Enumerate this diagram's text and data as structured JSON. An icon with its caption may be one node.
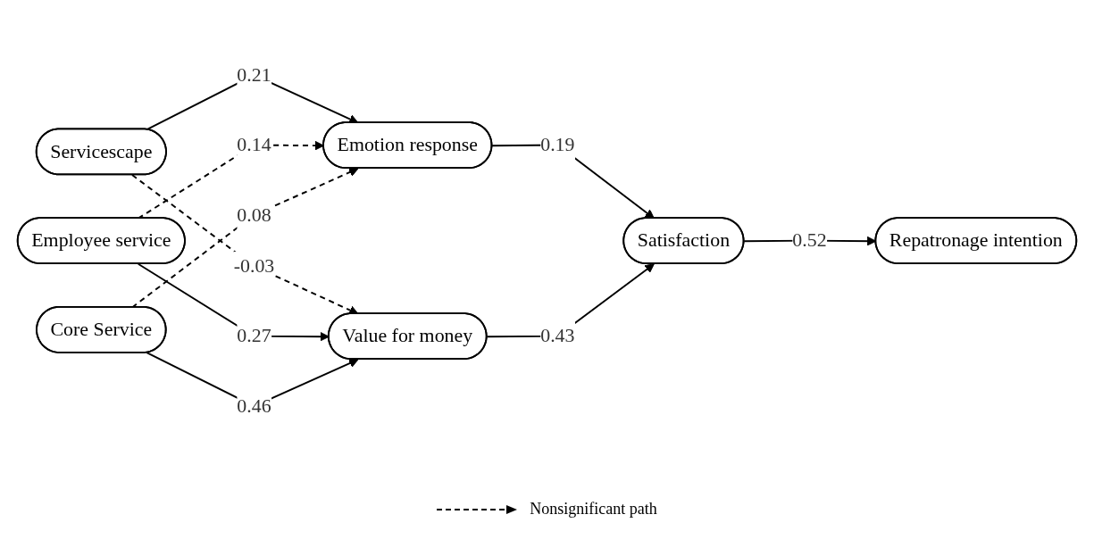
{
  "diagram": {
    "nodes": [
      {
        "text": [
          "Servicescape"
        ]
      },
      {
        "text": [
          "Emotion response"
        ]
      },
      {
        "text": [
          "Employee service"
        ]
      },
      {
        "text": [
          "Satisfaction"
        ]
      },
      {
        "text": [
          "Repatronage intention"
        ]
      },
      {
        "text": [
          "Value for money"
        ]
      },
      {
        "text": [
          "Core Service"
        ]
      }
    ],
    "edges": [
      {
        "from": 0,
        "to": 1,
        "arrow": "to",
        "label": "0.21"
      },
      {
        "from": 0,
        "to": 5,
        "arrow": "to",
        "label": "-0.03",
        "style": "dashed"
      },
      {
        "from": 2,
        "to": 1,
        "arrow": "to",
        "label": "0.14",
        "style": "dashed"
      },
      {
        "from": 2,
        "to": 5,
        "arrow": "to",
        "label": "0.27"
      },
      {
        "from": 6,
        "to": 1,
        "arrow": "to",
        "label": "0.08",
        "style": "dashed"
      },
      {
        "from": 6,
        "to": 5,
        "arrow": "to",
        "label": "0.46"
      },
      {
        "from": 1,
        "to": 3,
        "arrow": "to",
        "label": "0.19"
      },
      {
        "from": 5,
        "to": 3,
        "arrow": "to",
        "label": "0.43"
      },
      {
        "from": 3,
        "to": 4,
        "arrow": "to",
        "label": "0.52"
      }
    ],
    "legend": [
      {
        "text": "Nonsignificant path"
      }
    ]
  }
}
